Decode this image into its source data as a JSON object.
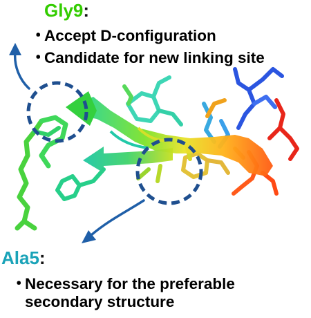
{
  "gly9": {
    "residue": "Gly9",
    "colon": ":",
    "bullet": "・",
    "lines": [
      "Accept D-configuration",
      "Candidate for new linking site"
    ]
  },
  "ala5": {
    "residue": "Ala5",
    "colon": ":",
    "bullet": "・",
    "lines": [
      "Necessary for the preferable",
      "secondary structure"
    ]
  },
  "colors": {
    "gly9": "#33cc00",
    "ala5": "#1aa3b8",
    "circle": "#1f4f8f",
    "arrow": "#1f5fa8",
    "ribbon_start": "#1e90ff",
    "ribbon_end": "#ff3300"
  }
}
